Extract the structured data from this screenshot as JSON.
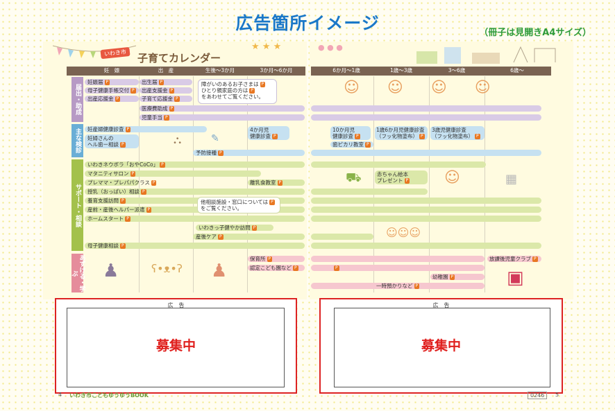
{
  "title": "広告箇所イメージ",
  "note": "（冊子は見開きA4サイズ）",
  "calendar": {
    "city_badge": "いわき市",
    "heading": "子育てカレンダー",
    "columns_left": [
      "妊　娠",
      "出　産",
      "生後～3か月",
      "3か月～6か月"
    ],
    "columns_right": [
      "6か月～1歳",
      "1歳～3歳",
      "3～6歳",
      "6歳～"
    ],
    "categories": [
      "届出・助成",
      "主な検診",
      "サポート・相談",
      "あずける・学ぶ"
    ],
    "row1": {
      "ninshin": "妊娠届",
      "techo": "母子健康手帳交付",
      "ouen": "出産応援金",
      "shussei": "出生届",
      "shien": "出産支援金",
      "kosodate_ouen": "子育て応援金",
      "iryo": "医療費助成",
      "jido": "児童手当",
      "note1": "障がいのあるお子さまは",
      "note2": "ひとり親家庭の方は",
      "note3": "をあわせてご覧ください。"
    },
    "row2": {
      "ninpu": "妊産婦健康診査",
      "dental1": "妊婦さんの",
      "dental2": "ヘル歯ー相談",
      "yobo": "予防接種",
      "m4a": "4か月児",
      "m4b": "健康診査",
      "m10a": "10か月児",
      "m10b": "健康診査",
      "y16a": "1歳6か月児健康診査",
      "y16b": "（フッ化物塗布）",
      "y3a": "3歳児健康診査",
      "y3b": "（フッ化物塗布）",
      "hamigaki": "歯ピカリ教室"
    },
    "row3": {
      "neuvo": "いわきネウボラ「おやCoCo」",
      "maternity": "マタニティサロン",
      "premama": "プレママ・プレパパクラス",
      "bonyu": "授乳（おっぱい）相談",
      "yoiku": "養育支援訪問",
      "helper": "産前・産後ヘルパー派遣",
      "homestart": "ホームスタート",
      "rinyu": "離乳食教室",
      "other1": "他相談施設・窓口については",
      "other2": "をご覧ください。",
      "ehon1": "赤ちゃん絵本",
      "ehon2": "プレゼント",
      "houmon": "いわきっ子健やか訪問",
      "sango": "産後ケア",
      "boshi": "母子健康相談"
    },
    "row4": {
      "hoikusho": "保育所",
      "nintei": "認定こども園など",
      "houkago": "放課後児童クラブ",
      "youchien": "幼稚園",
      "ichiji": "一時預かりなど"
    },
    "p_mark": "P"
  },
  "ads": [
    {
      "label": "広　告",
      "text": "募集中"
    },
    {
      "label": "広　告",
      "text": "募集中"
    }
  ],
  "footer": {
    "left_page": "4",
    "left_book": "いわき市こどもゆうゆうBOOK",
    "right_page": "5",
    "right_badge": "0246"
  },
  "colors": {
    "cat_red": "#c9a7cf",
    "cat_blue": "#7bb6d9",
    "cat_green": "#a9c84e",
    "cat_pink": "#e89aa4",
    "bar_purple": "#d9cbe6",
    "bar_blue": "#c6e1f1",
    "bar_green": "#dbe8a9",
    "bar_pink": "#f6c7cf",
    "ad_border": "#d22222"
  }
}
